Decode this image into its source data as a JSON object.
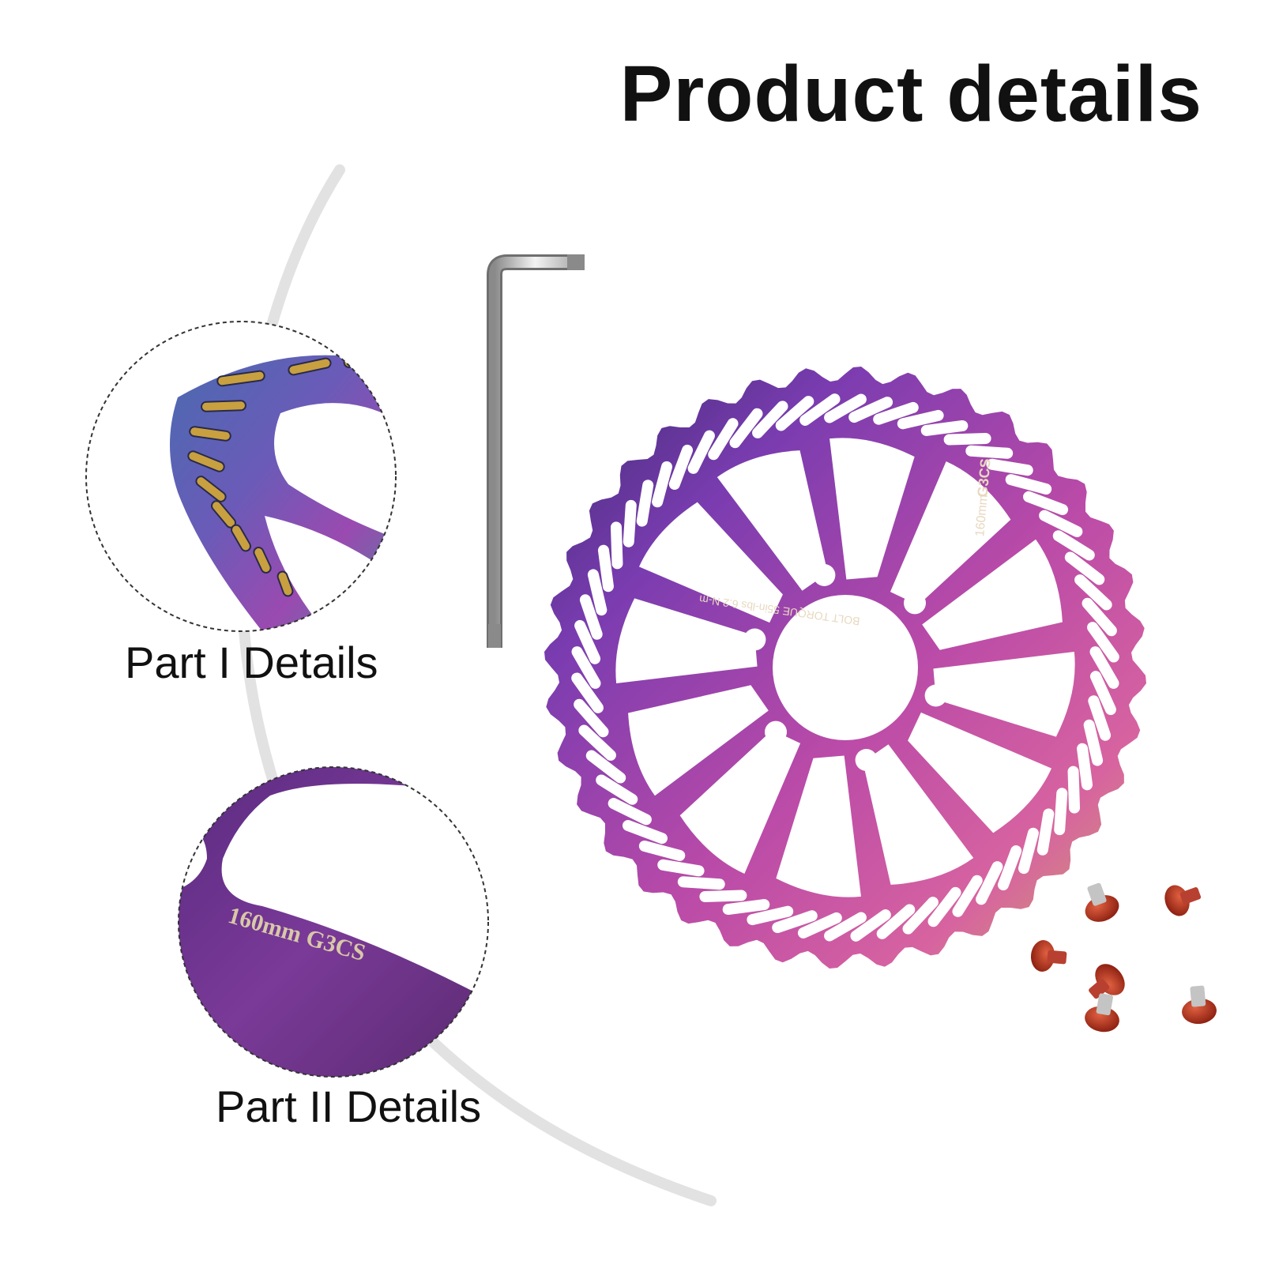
{
  "header": {
    "title": "Product details"
  },
  "details": [
    {
      "label": "Part I Details"
    },
    {
      "label": "Part II Details",
      "engraving": "160mm G3CS"
    }
  ],
  "rotor": {
    "engraving_size": "160mm",
    "engraving_model": "G3CS",
    "engraving_torque": "BOLT TORQUE 55in-lbs 6.2 N-m"
  },
  "colors": {
    "title": "#111111",
    "rotor_purple": "#8a3fb8",
    "rotor_pink": "#d25aa5",
    "rotor_blue": "#5a6fd0",
    "bolt_red": "#b8321e",
    "arc_gray": "#e2e2e2"
  },
  "icons": [
    "disc-brake-rotor-icon",
    "torx-key-icon",
    "rotor-bolt-icon"
  ]
}
